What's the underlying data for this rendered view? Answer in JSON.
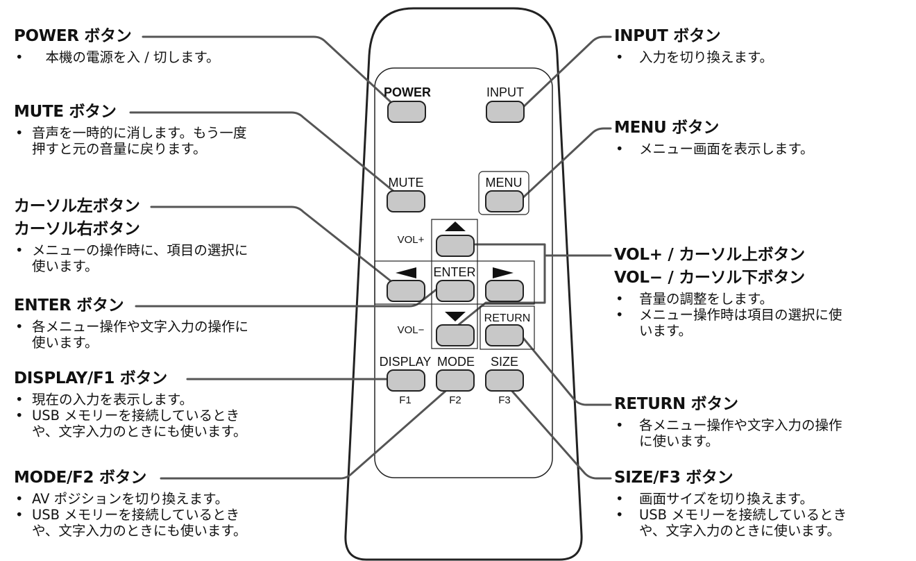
{
  "remote": {
    "buttons": {
      "power": "POWER",
      "input": "INPUT",
      "mute": "MUTE",
      "menu": "MENU",
      "vol_plus": "VOL+",
      "vol_minus": "VOL−",
      "enter": "ENTER",
      "return": "RETURN",
      "display": "DISPLAY",
      "mode": "MODE",
      "size": "SIZE",
      "f1": "F1",
      "f2": "F2",
      "f3": "F3"
    },
    "arrow_icons": [
      "triangle-up-icon",
      "triangle-down-icon",
      "triangle-left-icon",
      "triangle-right-icon"
    ]
  },
  "callouts": {
    "power": {
      "title": "POWER ボタン",
      "items": [
        "　本機の電源を入 / 切します。"
      ]
    },
    "mute": {
      "title": "MUTE ボタン",
      "items": [
        "音声を一時的に消します。もう一度",
        "押すと元の音量に戻ります。"
      ]
    },
    "cursor_lr": {
      "title1": "カーソル左ボタン",
      "title2": "カーソル右ボタン",
      "items": [
        "メニューの操作時に、項目の選択に",
        "使います。"
      ]
    },
    "enter": {
      "title": "ENTER ボタン",
      "items": [
        "各メニュー操作や文字入力の操作に",
        "使います。"
      ]
    },
    "display": {
      "title": "DISPLAY/F1 ボタン",
      "items": [
        "現在の入力を表示します。",
        "USB メモリーを接続しているとき",
        "や、文字入力のときにも使います。"
      ]
    },
    "mode": {
      "title": "MODE/F2 ボタン",
      "items": [
        "AV ポジションを切り換えます。",
        "USB メモリーを接続しているとき",
        "や、文字入力のときにも使います。"
      ]
    },
    "input": {
      "title": "INPUT ボタン",
      "items": [
        "入力を切り換えます。"
      ]
    },
    "menu": {
      "title": "MENU ボタン",
      "items": [
        "メニュー画面を表示します。"
      ]
    },
    "vol": {
      "title1": "VOL+ / カーソル上ボタン",
      "title2": "VOL− / カーソル下ボタン",
      "items": [
        "音量の調整をします。",
        "メニュー操作時は項目の選択に使",
        "います。"
      ]
    },
    "return": {
      "title": "RETURN ボタン",
      "items": [
        "各メニュー操作や文字入力の操作",
        "に使います。"
      ]
    },
    "size": {
      "title": "SIZE/F3 ボタン",
      "items": [
        "画面サイズを切り換えます。",
        "USB メモリーを接続しているとき",
        "や、文字入力のときに使います。"
      ]
    }
  },
  "colors": {
    "button_fill": "#c8c8c8",
    "line": "#555555",
    "outline": "#222222"
  }
}
